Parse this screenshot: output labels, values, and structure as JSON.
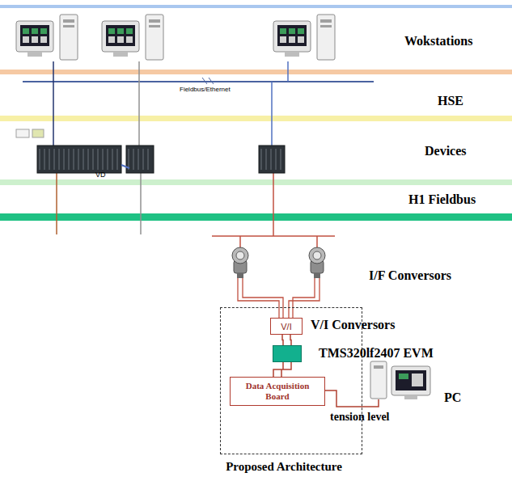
{
  "diagram": {
    "nodes": [
      {
        "text": [
          "Proposed Architecture"
        ]
      },
      {
        "text": [
          "V/I"
        ],
        "in": 0
      },
      {
        "text": [
          "TMS320lf2407 EVM"
        ],
        "in": 0
      },
      {
        "text": [
          "Data Acquisition Board"
        ],
        "in": 0
      }
    ],
    "edges": [
      {
        "from": 1,
        "to": 2,
        "arrow": "none"
      },
      {
        "from": 2,
        "to": 3,
        "arrow": "none"
      }
    ],
    "labels": [
      "Wokstations",
      "HSE",
      "Fieldbus/Ethernet",
      "Devices",
      "VD",
      "H1 Fieldbus",
      "I/F Conversors",
      "V/I Conversors",
      "PC",
      "tension level"
    ]
  }
}
